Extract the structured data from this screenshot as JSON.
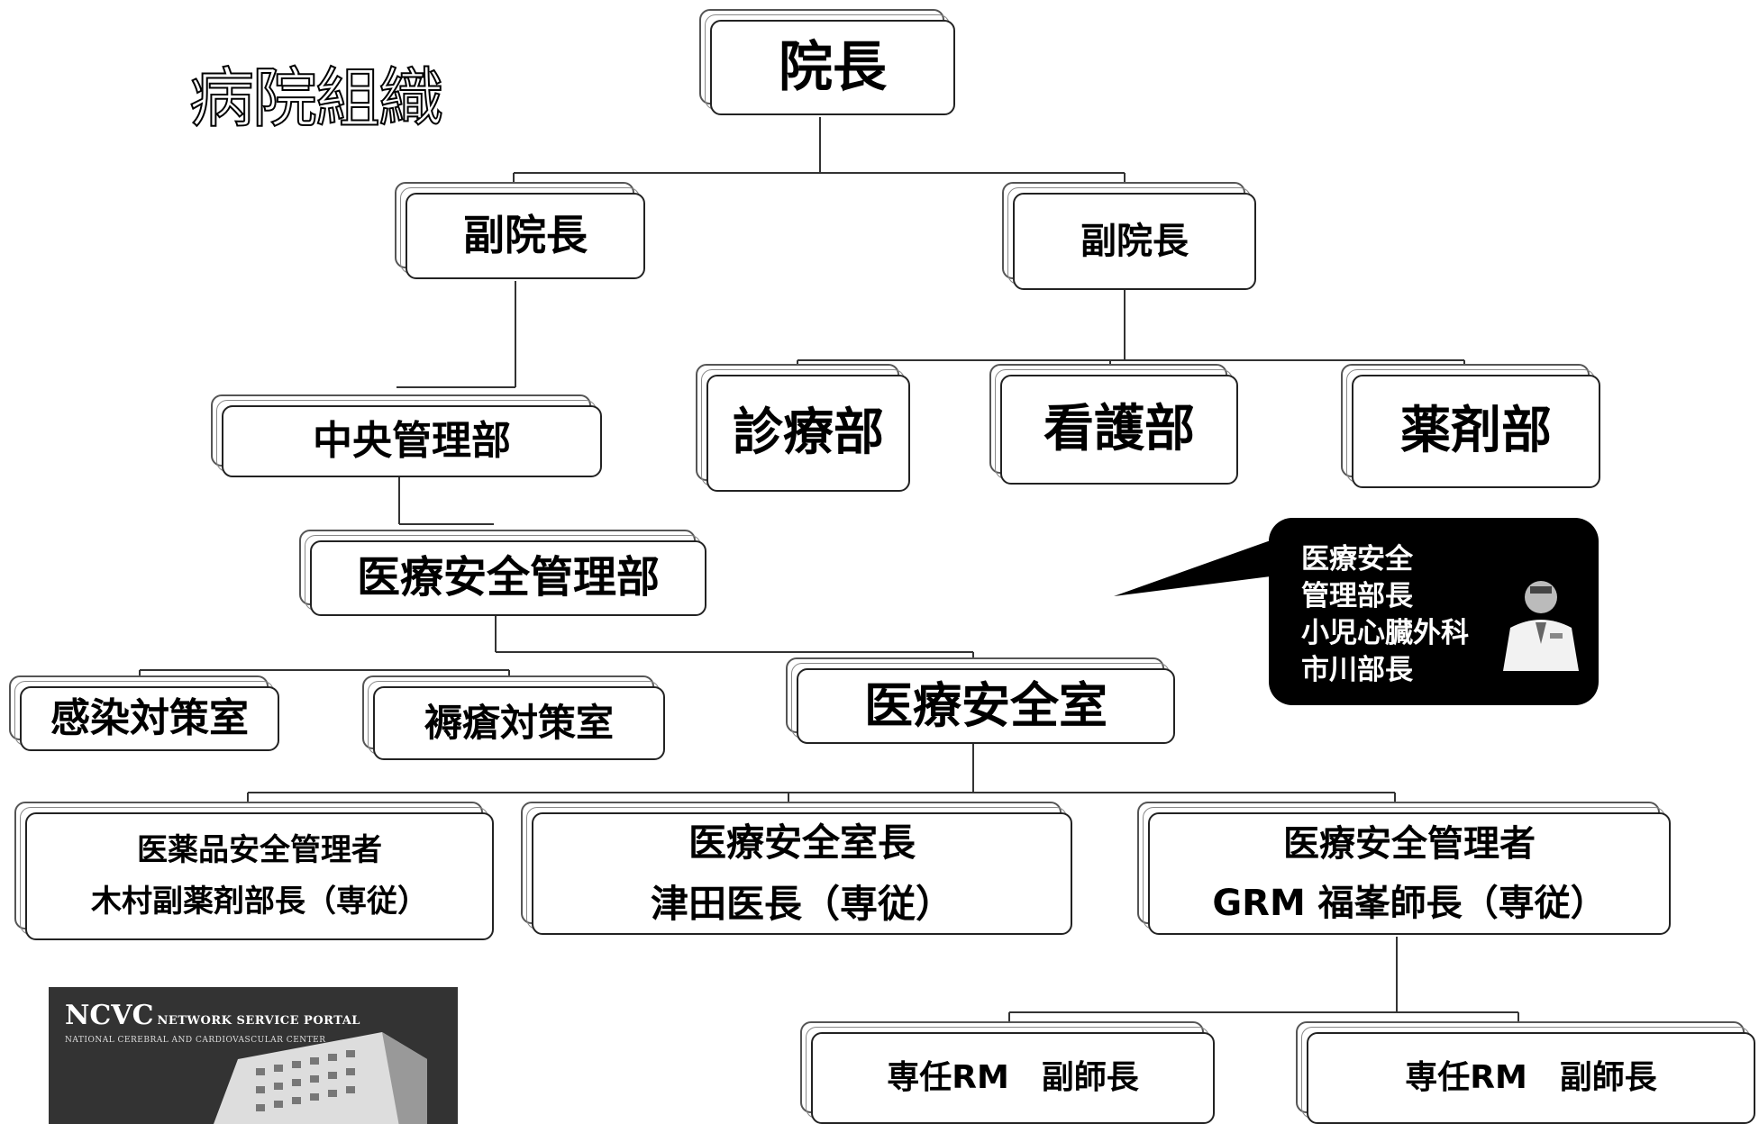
{
  "title": "病院組織",
  "nodes": {
    "director": "院長",
    "vice_director_left": "副院長",
    "vice_director_right": "副院長",
    "central_management": "中央管理部",
    "medical_department": "診療部",
    "nursing_department": "看護部",
    "pharmacy_department": "薬剤部",
    "medical_safety_management": "医療安全管理部",
    "infection_control": "感染対策室",
    "pressure_ulcer_control": "褥瘡対策室",
    "medical_safety_office": "医療安全室",
    "drug_safety_manager": {
      "line1": "医薬品安全管理者",
      "line2": "木村副薬剤部長（専従）"
    },
    "safety_office_head": {
      "line1": "医療安全室長",
      "line2": "津田医長（専従）"
    },
    "safety_manager": {
      "line1": "医療安全管理者",
      "line2": "GRM 福峯師長（専従）"
    },
    "rm_left": "専任RM　副師長",
    "rm_right": "専任RM　副師長"
  },
  "callout": {
    "lines": "医療安全\n管理部長\n小児心臓外科\n市川部長"
  },
  "portal": {
    "logo": "NCVC",
    "name": "NETWORK SERVICE PORTAL",
    "subtitle": "NATIONAL CEREBRAL AND CARDIOVASCULAR CENTER"
  }
}
